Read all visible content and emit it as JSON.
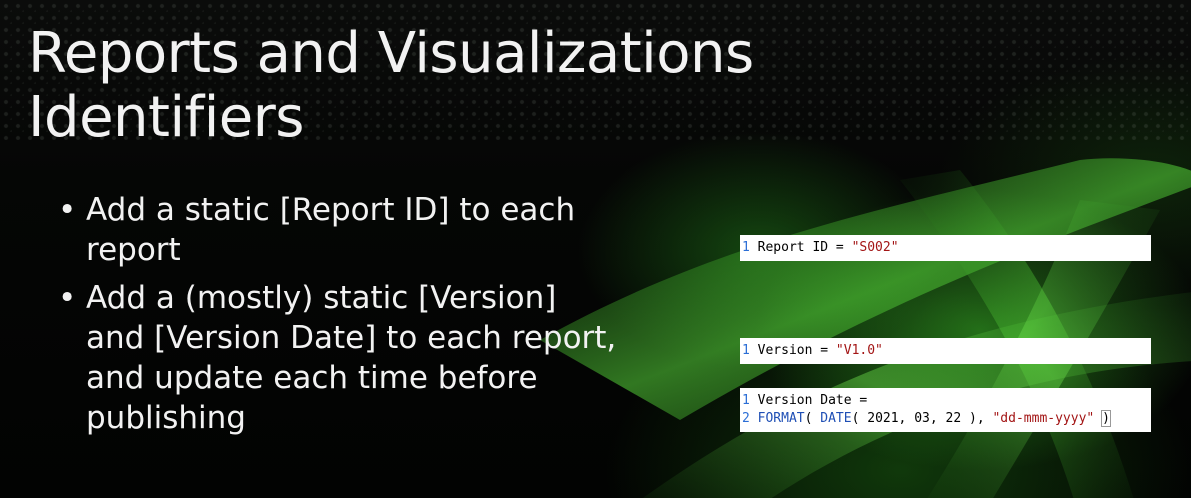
{
  "slide": {
    "title": "Reports and Visualizations Identifiers",
    "bullets": [
      {
        "text": "Add a static [Report ID] to each report"
      },
      {
        "text": "Add a (mostly) static [Version] and [Version Date] to each report, and update each time before publishing"
      }
    ],
    "bullet_glyph": "•"
  },
  "code_boxes": [
    {
      "lines": [
        {
          "num": "1",
          "parts": [
            {
              "t": " Report ID = ",
              "k": "plain"
            },
            {
              "t": "\"S002\"",
              "k": "str"
            }
          ]
        }
      ]
    },
    {
      "lines": [
        {
          "num": "1",
          "parts": [
            {
              "t": " Version = ",
              "k": "plain"
            },
            {
              "t": "\"V1.0\"",
              "k": "str"
            }
          ]
        }
      ]
    },
    {
      "lines": [
        {
          "num": "1",
          "parts": [
            {
              "t": " Version Date =",
              "k": "plain"
            }
          ]
        },
        {
          "num": "2",
          "parts": [
            {
              "t": " FORMAT",
              "k": "fn"
            },
            {
              "t": "( ",
              "k": "plain"
            },
            {
              "t": "DATE",
              "k": "fn"
            },
            {
              "t": "( 2021, 03, 22 ), ",
              "k": "plain"
            },
            {
              "t": "\"dd-mmm-yyyy\"",
              "k": "str"
            },
            {
              "t": " ",
              "k": "plain"
            },
            {
              "t": ")",
              "k": "sel"
            }
          ]
        }
      ]
    }
  ],
  "colors": {
    "text": "#f2f2f2",
    "accent_green": "#3cbe28",
    "code_string": "#a31515",
    "code_function": "#1f4fb5",
    "code_line_number": "#2b6ed6"
  }
}
